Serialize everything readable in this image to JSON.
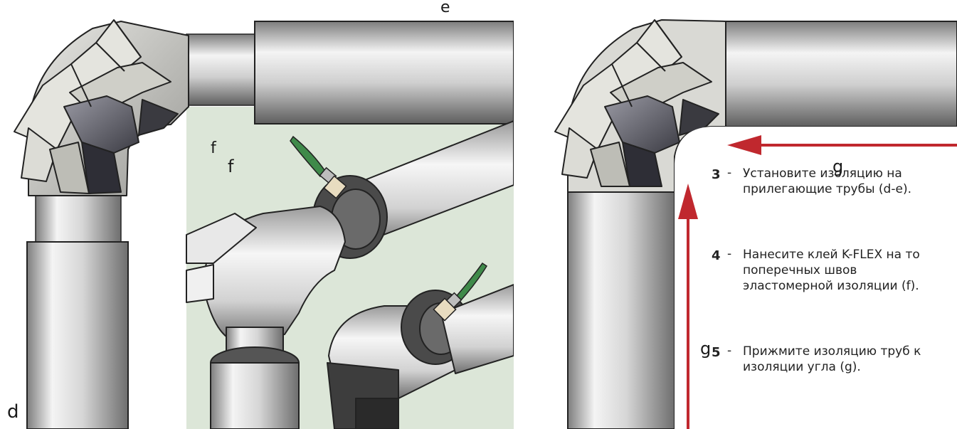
{
  "labels": {
    "left": {
      "e": "e",
      "f1": "f",
      "f2": "f",
      "d": "d"
    },
    "right": {
      "g_top": "g",
      "g_side": "g"
    }
  },
  "steps": [
    {
      "number": "3",
      "separator": "-",
      "lines": [
        "Установите изоляцию на",
        "прилегающие трубы (d-e)."
      ]
    },
    {
      "number": "4",
      "separator": "-",
      "lines": [
        "Нанесите клей K-FLEX на то",
        "поперечных швов",
        "эластомерной изоляции (f)."
      ]
    },
    {
      "number": "5",
      "separator": "-",
      "lines": [
        "Прижмите изоляцию труб к",
        "изоляции угла (g)."
      ]
    }
  ],
  "colors": {
    "background_panel": "#dce6d8",
    "arrow": "#c0282e",
    "brush_handle": "#3f8a4a",
    "foam": "#4a4a4a",
    "pipe_light": "#f2f2f2",
    "pipe_dark": "#8a8a8a"
  }
}
